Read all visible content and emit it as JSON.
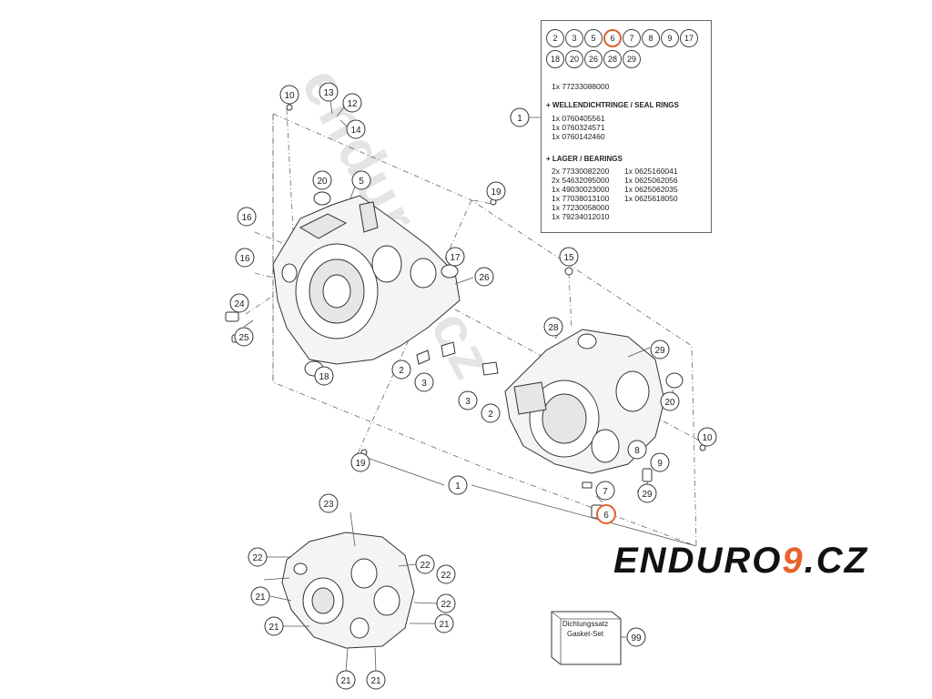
{
  "kit": {
    "parts_row1": [
      "2",
      "3",
      "5",
      "6",
      "7",
      "8",
      "9",
      "17"
    ],
    "parts_row2": [
      "18",
      "20",
      "26",
      "28",
      "29"
    ],
    "highlighted": "6",
    "main_part": "1x 77233088000",
    "seal_header": "+ WELLENDICHTRINGE / SEAL RINGS",
    "seals": "1x 0760405561\n1x 0760324571\n1x 0760142460",
    "bearing_header": "+ LAGER / BEARINGS",
    "bearings_col1": "2x 77330082200\n2x 54632095000\n1x 49030023000\n1x 77038013100\n1x 77230058000\n1x 79234012010",
    "bearings_col2": "1x 0625160041\n1x 0625062056\n1x 0625062035\n1x 0625618050",
    "kit_callout": "1"
  },
  "callouts": {
    "c10a": "10",
    "c13": "13",
    "c12": "12",
    "c14": "14",
    "c20a": "20",
    "c5": "5",
    "c19a": "19",
    "c16a": "16",
    "c16b": "16",
    "c17": "17",
    "c26": "26",
    "c24": "24",
    "c25": "25",
    "c18": "18",
    "c2a": "2",
    "c3a": "3",
    "c15": "15",
    "c28": "28",
    "c29a": "29",
    "c20b": "20",
    "c3b": "3",
    "c2b": "2",
    "c10b": "10",
    "c8": "8",
    "c9": "9",
    "c19b": "19",
    "c1": "1",
    "c7": "7",
    "c6": "6",
    "c29b": "29",
    "c23": "23",
    "c22a": "22",
    "c22b": "22",
    "c22c": "22",
    "c22d": "22",
    "c21a": "21",
    "c21b": "21",
    "c21c": "21",
    "c21d": "21",
    "c21e": "21",
    "c99": "99"
  },
  "gasket": {
    "line1": "Dichtungssatz",
    "line2": "Gasket-Set"
  },
  "logo": {
    "part1": "ENDURO",
    "part2": "9",
    "part3": ".CZ"
  },
  "watermark": "enduro9.cz",
  "colors": {
    "highlight": "#e0602a",
    "logo_accent": "#e8632c"
  }
}
